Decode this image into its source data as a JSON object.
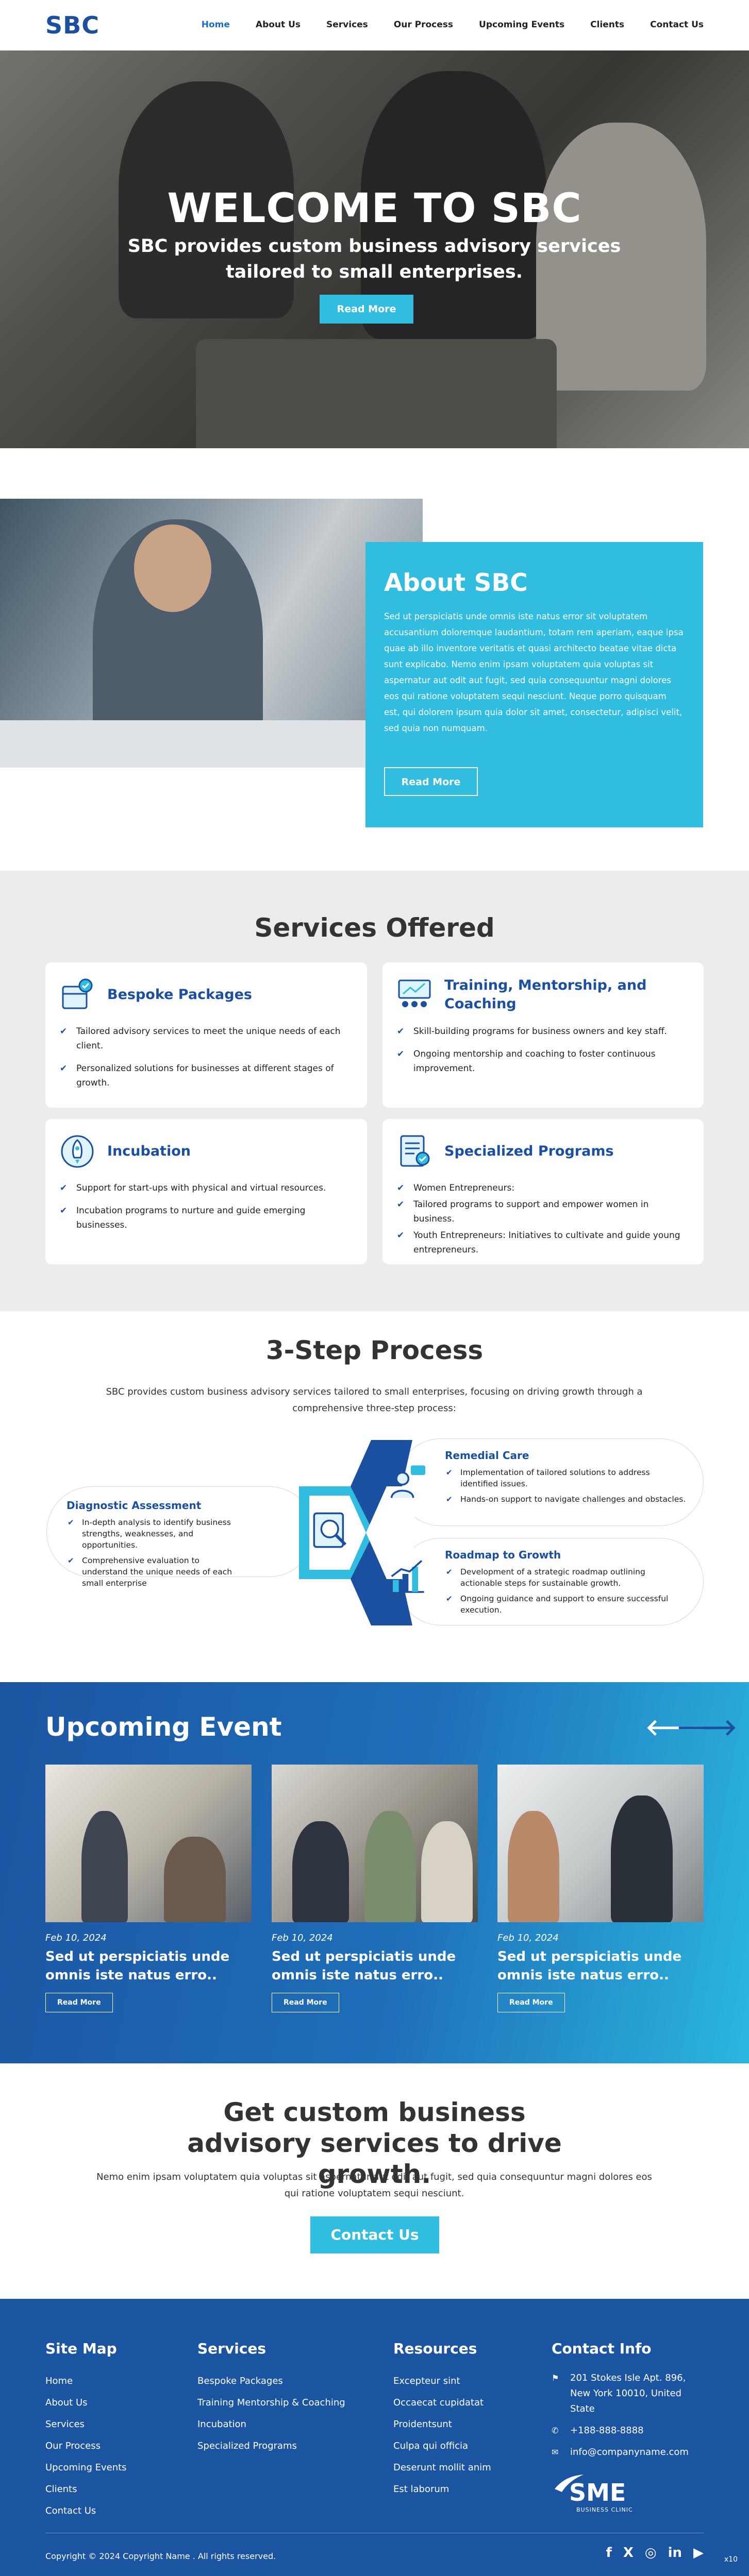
{
  "nav": {
    "logo": "SBC",
    "items": [
      "Home",
      "About Us",
      "Services",
      "Our Process",
      "Upcoming Events",
      "Clients",
      "Contact Us"
    ]
  },
  "hero": {
    "title": "WELCOME TO SBC",
    "subtitle": "SBC provides custom business advisory services tailored to small enterprises.",
    "button": "Read More"
  },
  "about": {
    "title": "About SBC",
    "body": "Sed ut perspiciatis unde omnis iste natus error sit voluptatem accusantium doloremque laudantium, totam rem aperiam, eaque ipsa quae ab illo inventore veritatis et quasi architecto beatae vitae dicta sunt explicabo. Nemo enim ipsam voluptatem quia voluptas sit aspernatur aut odit aut fugit, sed quia consequuntur magni dolores eos qui ratione voluptatem sequi nesciunt. Neque porro quisquam est, qui dolorem ipsum quia dolor sit amet, consectetur, adipisci velit, sed quia non numquam.",
    "button": "Read More"
  },
  "services": {
    "title": "Services Offered",
    "cards": [
      {
        "title": "Bespoke Packages",
        "icon": "package-icon",
        "items": [
          "Tailored advisory services to meet the unique needs of each client.",
          "Personalized solutions for businesses at different stages of growth."
        ]
      },
      {
        "title": "Training, Mentorship, and Coaching",
        "icon": "training-icon",
        "items": [
          "Skill-building programs for business owners and key staff.",
          "Ongoing mentorship and coaching to foster continuous improvement."
        ]
      },
      {
        "title": "Incubation",
        "icon": "rocket-icon",
        "items": [
          "Support for start-ups with physical and virtual resources.",
          "Incubation programs to nurture and guide emerging businesses."
        ]
      },
      {
        "title": "Specialized Programs",
        "icon": "program-icon",
        "items": [
          "Women Entrepreneurs:",
          "Tailored programs to support and empower women in business.",
          "Youth Entrepreneurs: Initiatives to cultivate and guide young entrepreneurs."
        ]
      }
    ]
  },
  "process": {
    "title": "3-Step Process",
    "description": "SBC provides custom business advisory services tailored to small enterprises, focusing on driving growth through a comprehensive three-step process:",
    "steps": [
      {
        "title": "Diagnostic Assessment",
        "icon": "magnifier-icon",
        "items": [
          "In-depth analysis to identify business strengths, weaknesses, and opportunities.",
          "Comprehensive evaluation to understand the unique needs of each small enterprise"
        ]
      },
      {
        "title": "Remedial Care",
        "icon": "consultant-icon",
        "items": [
          "Implementation of tailored solutions to address identified issues.",
          "Hands-on support to navigate challenges and obstacles."
        ]
      },
      {
        "title": "Roadmap to Growth",
        "icon": "roadmap-icon",
        "items": [
          "Development of a strategic roadmap outlining actionable steps for sustainable growth.",
          "Ongoing guidance and support to ensure successful execution."
        ]
      }
    ]
  },
  "events": {
    "title": "Upcoming Event",
    "items": [
      {
        "date": "Feb 10, 2024",
        "title": "Sed ut perspiciatis unde omnis iste natus erro..",
        "button": "Read More"
      },
      {
        "date": "Feb 10, 2024",
        "title": "Sed ut perspiciatis unde omnis iste natus erro..",
        "button": "Read More"
      },
      {
        "date": "Feb 10, 2024",
        "title": "Sed ut perspiciatis unde omnis iste natus erro..",
        "button": "Read More"
      }
    ]
  },
  "cta": {
    "title": "Get custom business advisory services to drive growth.",
    "body": "Nemo enim ipsam voluptatem quia voluptas sit aspernatur aut odit aut fugit, sed quia consequuntur magni dolores eos qui ratione voluptatem sequi nesciunt.",
    "button": "Contact Us"
  },
  "footer": {
    "sitemap": {
      "title": "Site Map",
      "links": [
        "Home",
        "About Us",
        "Services",
        "Our Process",
        "Upcoming Events",
        "Clients",
        "Contact Us"
      ]
    },
    "services": {
      "title": "Services",
      "links": [
        "Bespoke Packages",
        "Training Mentorship & Coaching",
        "Incubation",
        "Specialized Programs"
      ]
    },
    "resources": {
      "title": "Resources",
      "links": [
        "Excepteur sint",
        "Occaecat cupidatat",
        "Proidentsunt",
        "Culpa qui officia",
        "Deserunt mollit anim",
        "Est laborum"
      ]
    },
    "contact": {
      "title": "Contact Info",
      "address": "201 Stokes Isle Apt. 896, New York 10010, United State",
      "phone": "+188-888-8888",
      "email": "info@companyname.com"
    },
    "brand": {
      "name": "SME",
      "tagline": "BUSINESS CLINIC"
    },
    "copyright": "Copyright © 2024 Copyright Name . All rights reserved.",
    "socials": [
      "f",
      "X",
      "◎",
      "in",
      "▶"
    ],
    "corner": "x10"
  },
  "colors": {
    "brand": "#1b4fa0",
    "accent": "#30bde0",
    "footer": "#1b55a2"
  }
}
